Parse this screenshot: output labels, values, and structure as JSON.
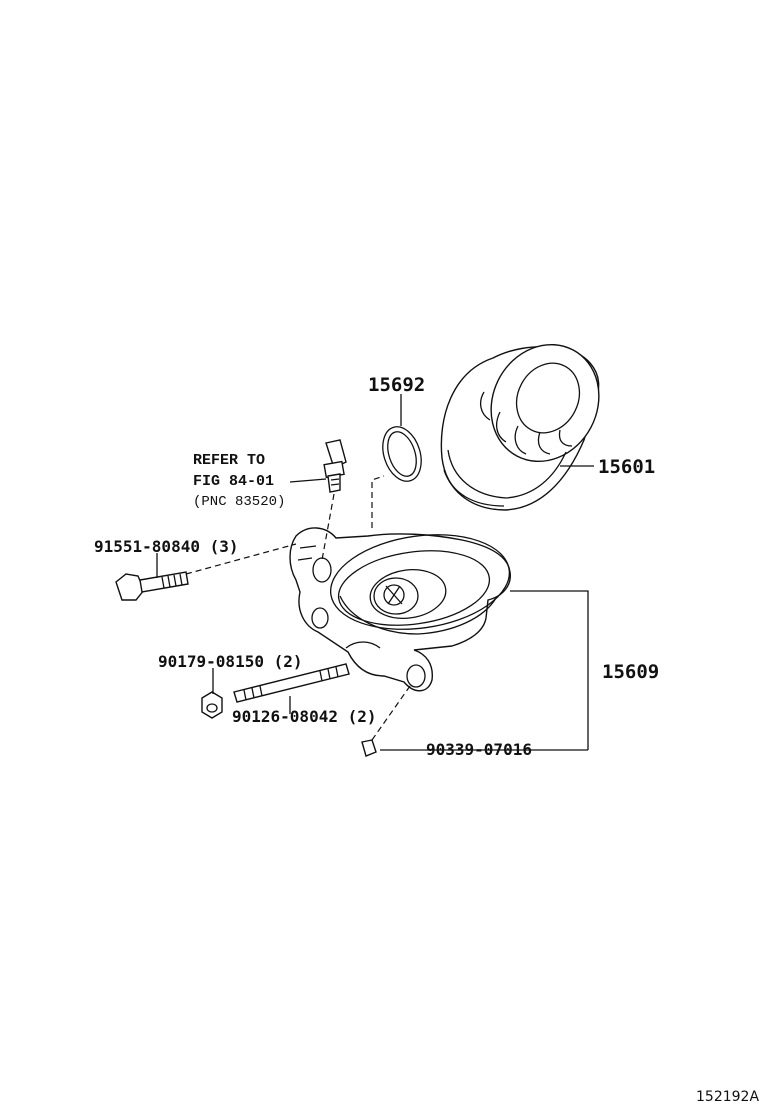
{
  "figure_id": "152192A",
  "callouts": {
    "oring": "15692",
    "filter": "15601",
    "bracket": "15609",
    "bolt": "91551-80840 (3)",
    "nut": "90179-08150 (2)",
    "stud": "90126-08042 (2)",
    "pin": "90339-07016"
  },
  "reference": {
    "line1": "REFER TO",
    "line2": "FIG 84-01",
    "line3": "(PNC 83520)"
  },
  "parts": [
    {
      "icon": "oil-filter-icon"
    },
    {
      "icon": "o-ring-icon"
    },
    {
      "icon": "oil-pressure-switch-icon"
    },
    {
      "icon": "filter-bracket-icon"
    },
    {
      "icon": "flange-bolt-icon"
    },
    {
      "icon": "nut-icon"
    },
    {
      "icon": "stud-bolt-icon"
    },
    {
      "icon": "straight-pin-icon"
    }
  ]
}
